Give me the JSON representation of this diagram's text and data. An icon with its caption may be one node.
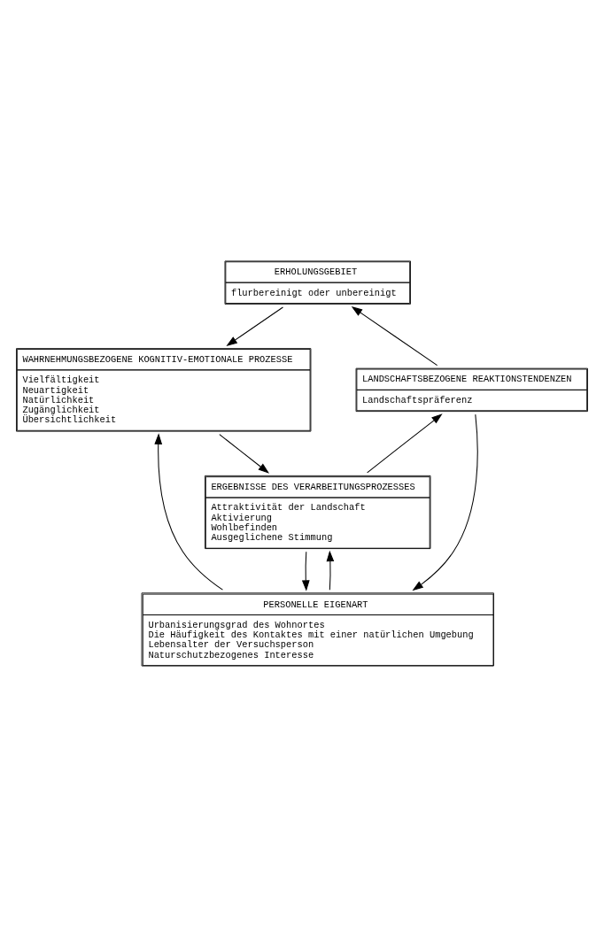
{
  "diagram": {
    "nodes": [
      {
        "text": [
          "ERHOLUNGSGEBIET",
          "flurbereinigt oder unbereinigt"
        ]
      },
      {
        "text": [
          "LANDSCHAFTSBEZOGENE REAKTIONSTENDENZEN",
          "Landschaftspräferenz"
        ]
      },
      {
        "text": [
          "WAHRNEHMUNGSBEZOGENE KOGNITIV-EMOTIONALE PROZESSE",
          "Vielfältigkeit",
          "Neuartigkeit",
          "Natürlichkeit",
          "Zugänglichkeit",
          "Übersichtlichkeit"
        ]
      },
      {
        "text": [
          "ERGEBNISSE DES VERARBEITUNGSPROZESSES",
          "Attraktivität der Landschaft",
          "Aktivierung",
          "Wohlbefinden",
          "Ausgeglichene Stimmung"
        ]
      },
      {
        "text": [
          "PERSONELLE EIGENART",
          "Urbanisierungsgrad des Wohnortes",
          "Die Häufigkeit des Kontaktes mit einer natürlichen Umgebung",
          "Lebensalter der Versuchsperson",
          "Naturschutzbezogenes Interesse"
        ]
      }
    ],
    "edges": [
      {
        "from": 1,
        "to": 0,
        "arrow": "to"
      },
      {
        "from": 0,
        "to": 2,
        "arrow": "to"
      },
      {
        "from": 2,
        "to": 3,
        "arrow": "to"
      },
      {
        "from": 3,
        "to": 1,
        "arrow": "to"
      },
      {
        "from": 1,
        "to": 4,
        "arrow": "to"
      },
      {
        "from": 4,
        "to": 3,
        "arrow": "to"
      },
      {
        "from": 3,
        "to": 4,
        "arrow": "to"
      },
      {
        "from": 4,
        "to": 2,
        "arrow": "to"
      }
    ]
  }
}
